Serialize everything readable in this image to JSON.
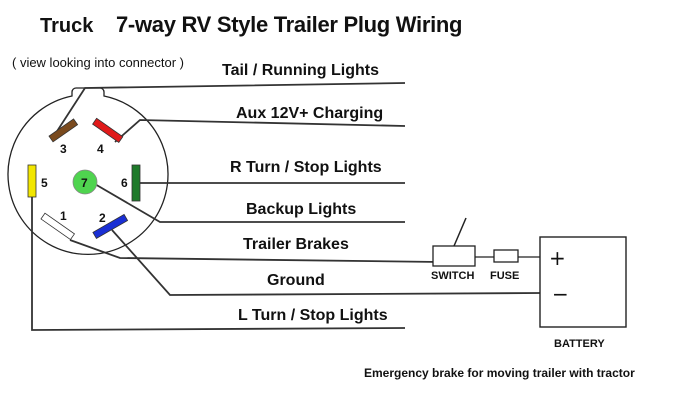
{
  "title": {
    "prefix": "Truck",
    "main": "7-way RV Style Trailer Plug Wiring"
  },
  "subtitle": "( view looking into connector )",
  "wires": [
    {
      "label": "Tail / Running Lights"
    },
    {
      "label": "Aux 12V+ Charging"
    },
    {
      "label": "R Turn / Stop Lights"
    },
    {
      "label": "Backup Lights"
    },
    {
      "label": "Trailer Brakes"
    },
    {
      "label": "Ground"
    },
    {
      "label": "L Turn / Stop Lights"
    }
  ],
  "pins": [
    {
      "number": "1",
      "color": "#ffffff"
    },
    {
      "number": "2",
      "color": "#1a2fd4"
    },
    {
      "number": "3",
      "color": "#7a4a1e"
    },
    {
      "number": "4",
      "color": "#e01a1a"
    },
    {
      "number": "5",
      "color": "#f2e600"
    },
    {
      "number": "6",
      "color": "#1e7a2a"
    },
    {
      "number": "7",
      "color": "#4fd44f"
    }
  ],
  "components": {
    "switch_label": "SWITCH",
    "fuse_label": "FUSE",
    "battery_label": "BATTERY",
    "battery_plus": "+",
    "battery_minus": "−"
  },
  "note": "Emergency brake for moving trailer with tractor"
}
